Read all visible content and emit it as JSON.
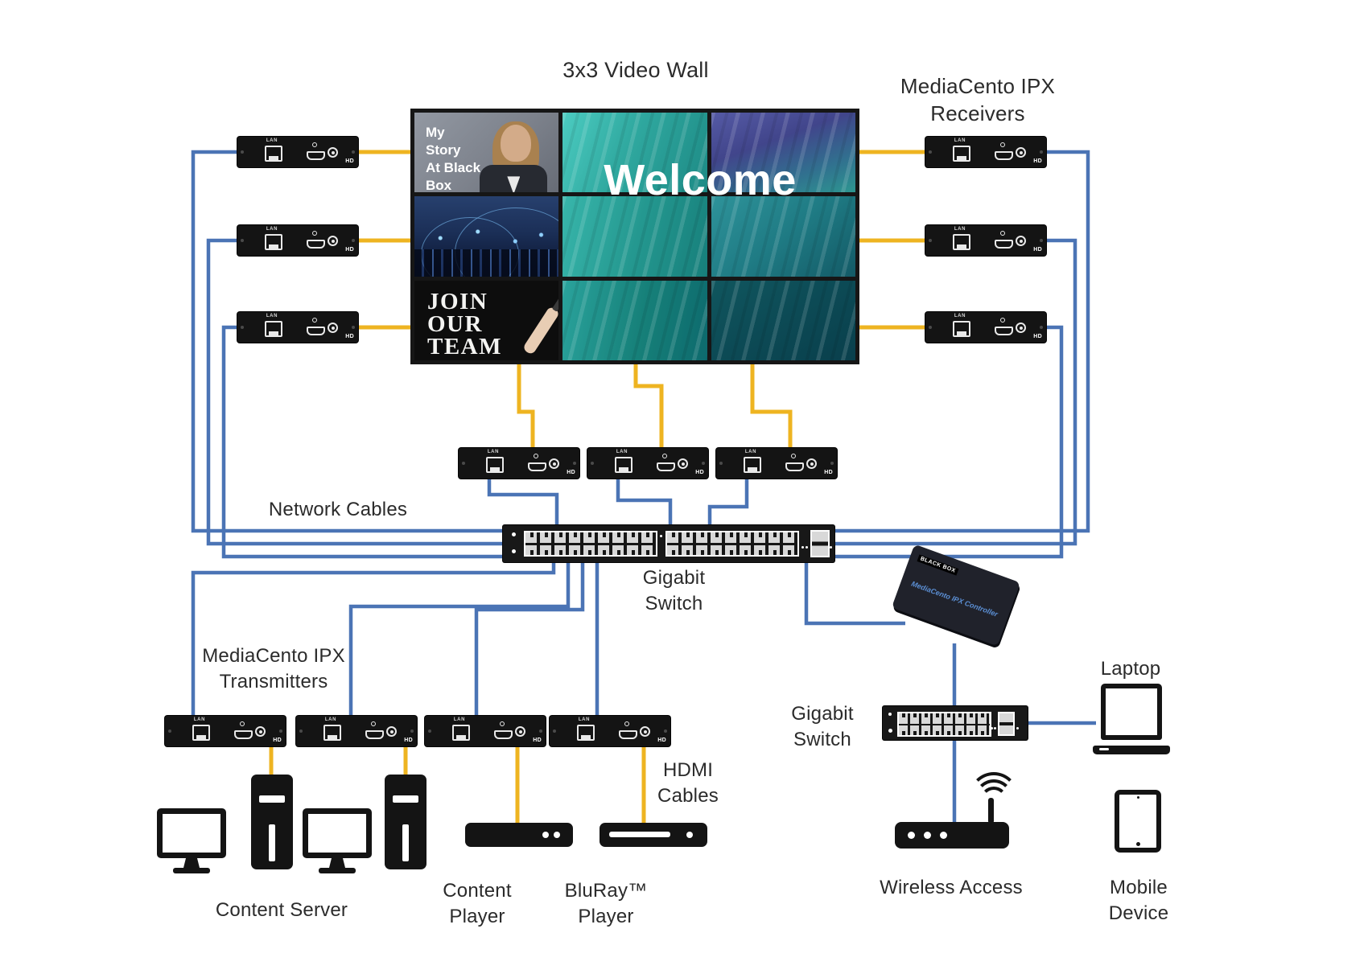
{
  "labels": {
    "video_wall_title": "3x3 Video Wall",
    "receivers": "MediaCento IPX\nReceivers",
    "transmitters": "MediaCento IPX\nTransmitters",
    "network_cables": "Network Cables",
    "gigabit_switch_main": "Gigabit\nSwitch",
    "gigabit_switch_secondary": "Gigabit\nSwitch",
    "laptop": "Laptop",
    "hdmi_cables": "HDMI\nCables",
    "content_server": "Content Server",
    "content_player": "Content\nPlayer",
    "bluray_player": "BluRay™\nPlayer",
    "wireless_access": "Wireless Access",
    "mobile_device": "Mobile\nDevice"
  },
  "video_wall": {
    "my_story": "My\nStory\nAt Black\nBox",
    "welcome": "Welcome",
    "join_our_team": "JOIN\nOUR\nTEAM"
  },
  "device_ports": {
    "lan": "LAN",
    "hd": "HD"
  },
  "controller": {
    "brand": "BLACK BOX",
    "name": "MediaCento IPX Controller"
  },
  "colors": {
    "network_cable": "#4b74b5",
    "hdmi_cable": "#eeb421",
    "device_black": "#141414"
  }
}
